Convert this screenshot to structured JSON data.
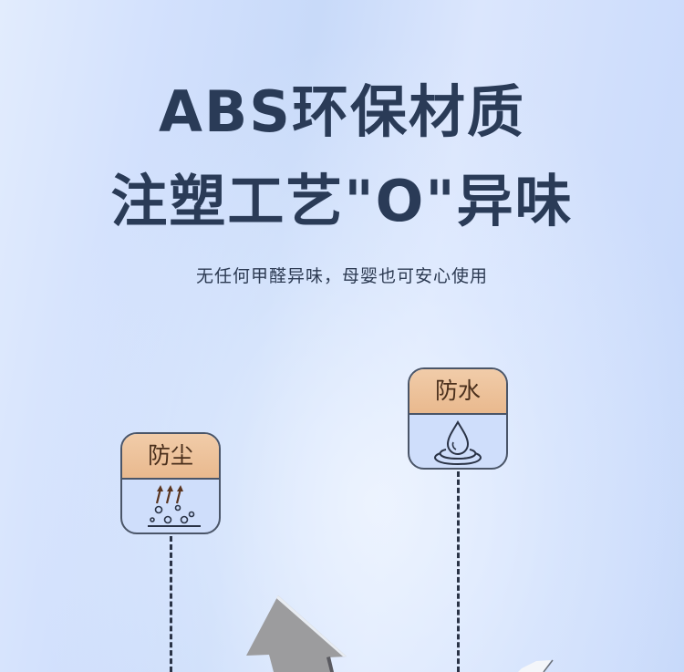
{
  "headline": {
    "line1": "ABS环保材质",
    "line2": "注塑工艺\"O\"异味"
  },
  "subtitle": "无任何甲醛异味，母婴也可安心使用",
  "features": [
    {
      "label": "防尘",
      "icon": "dust-proof-icon"
    },
    {
      "label": "防水",
      "icon": "water-drop-icon"
    }
  ],
  "colors": {
    "title": "#2a3b57",
    "badge_header": "#ecc19a",
    "badge_border": "#4a5568",
    "background": "#d3e1fd"
  }
}
